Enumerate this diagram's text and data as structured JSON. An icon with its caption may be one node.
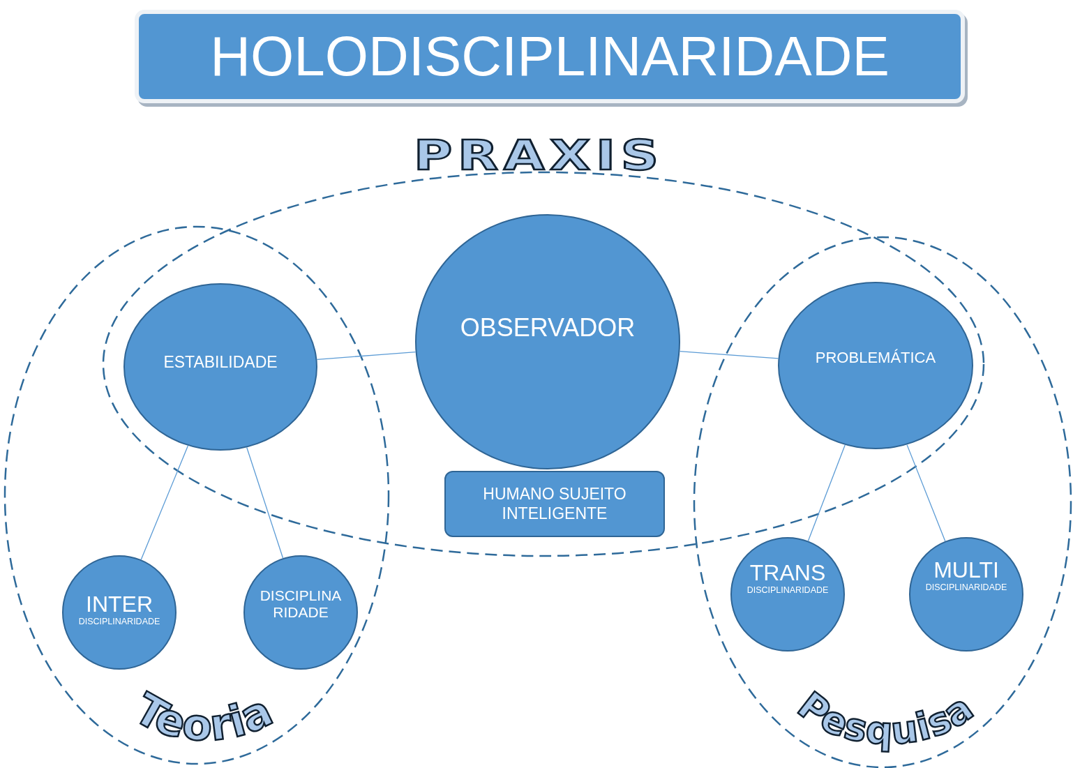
{
  "diagram": {
    "title": "HOLODISCIPLINARIDADE",
    "nodes": [
      {
        "text": [
          "PRAXIS"
        ]
      },
      {
        "text": [
          "Teoria"
        ]
      },
      {
        "text": [
          "Pesquisa"
        ]
      },
      {
        "text": [
          "OBSERVADOR"
        ],
        "in": 0
      },
      {
        "text": [
          "HUMANO SUJEITO INTELIGENTE"
        ],
        "in": 0
      },
      {
        "text": [
          "ESTABILIDADE"
        ]
      },
      {
        "text": [
          "PROBLEMÁTICA"
        ]
      },
      {
        "text": [
          "INTER",
          "DISCIPLINARIDADE"
        ],
        "in": 1
      },
      {
        "text": [
          "DISCIPLINA RIDADE"
        ],
        "in": 1
      },
      {
        "text": [
          "TRANS",
          "DISCIPLINARIDADE"
        ],
        "in": 2
      },
      {
        "text": [
          "MULTI",
          "DISCIPLINARIDADE"
        ],
        "in": 2
      }
    ],
    "edges": [
      {
        "from": 5,
        "to": 3,
        "arrow": "none"
      },
      {
        "from": 3,
        "to": 6,
        "arrow": "none"
      },
      {
        "from": 5,
        "to": 7,
        "arrow": "none"
      },
      {
        "from": 5,
        "to": 8,
        "arrow": "none"
      },
      {
        "from": 6,
        "to": 9,
        "arrow": "none"
      },
      {
        "from": 6,
        "to": 10,
        "arrow": "none"
      }
    ]
  }
}
